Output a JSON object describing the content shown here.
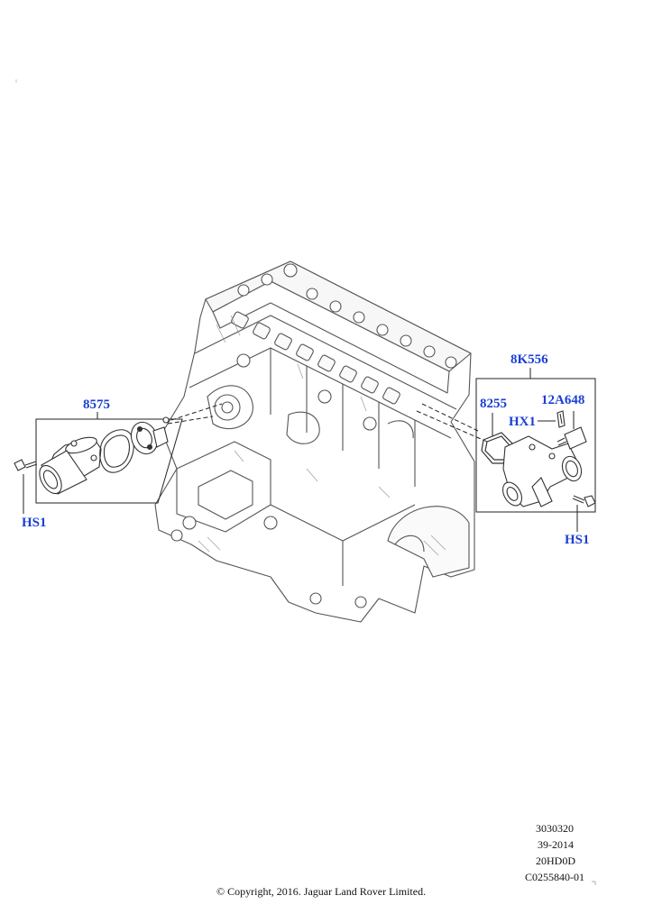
{
  "callouts": {
    "left_group": "8575",
    "left_bolt": "HS1",
    "right_group": "8K556",
    "right_gasket": "8255",
    "right_sensor": "12A648",
    "right_clip": "HX1",
    "right_bolt": "HS1"
  },
  "reference": {
    "line1": "3030320",
    "line2": "39-2014",
    "line3": "20HD0D",
    "line4": "C0255840-01"
  },
  "copyright": "© Copyright, 2016. Jaguar Land Rover Limited.",
  "colors": {
    "callout": "#1a3fd6",
    "line_art": "#444444",
    "frame": "#222222"
  }
}
